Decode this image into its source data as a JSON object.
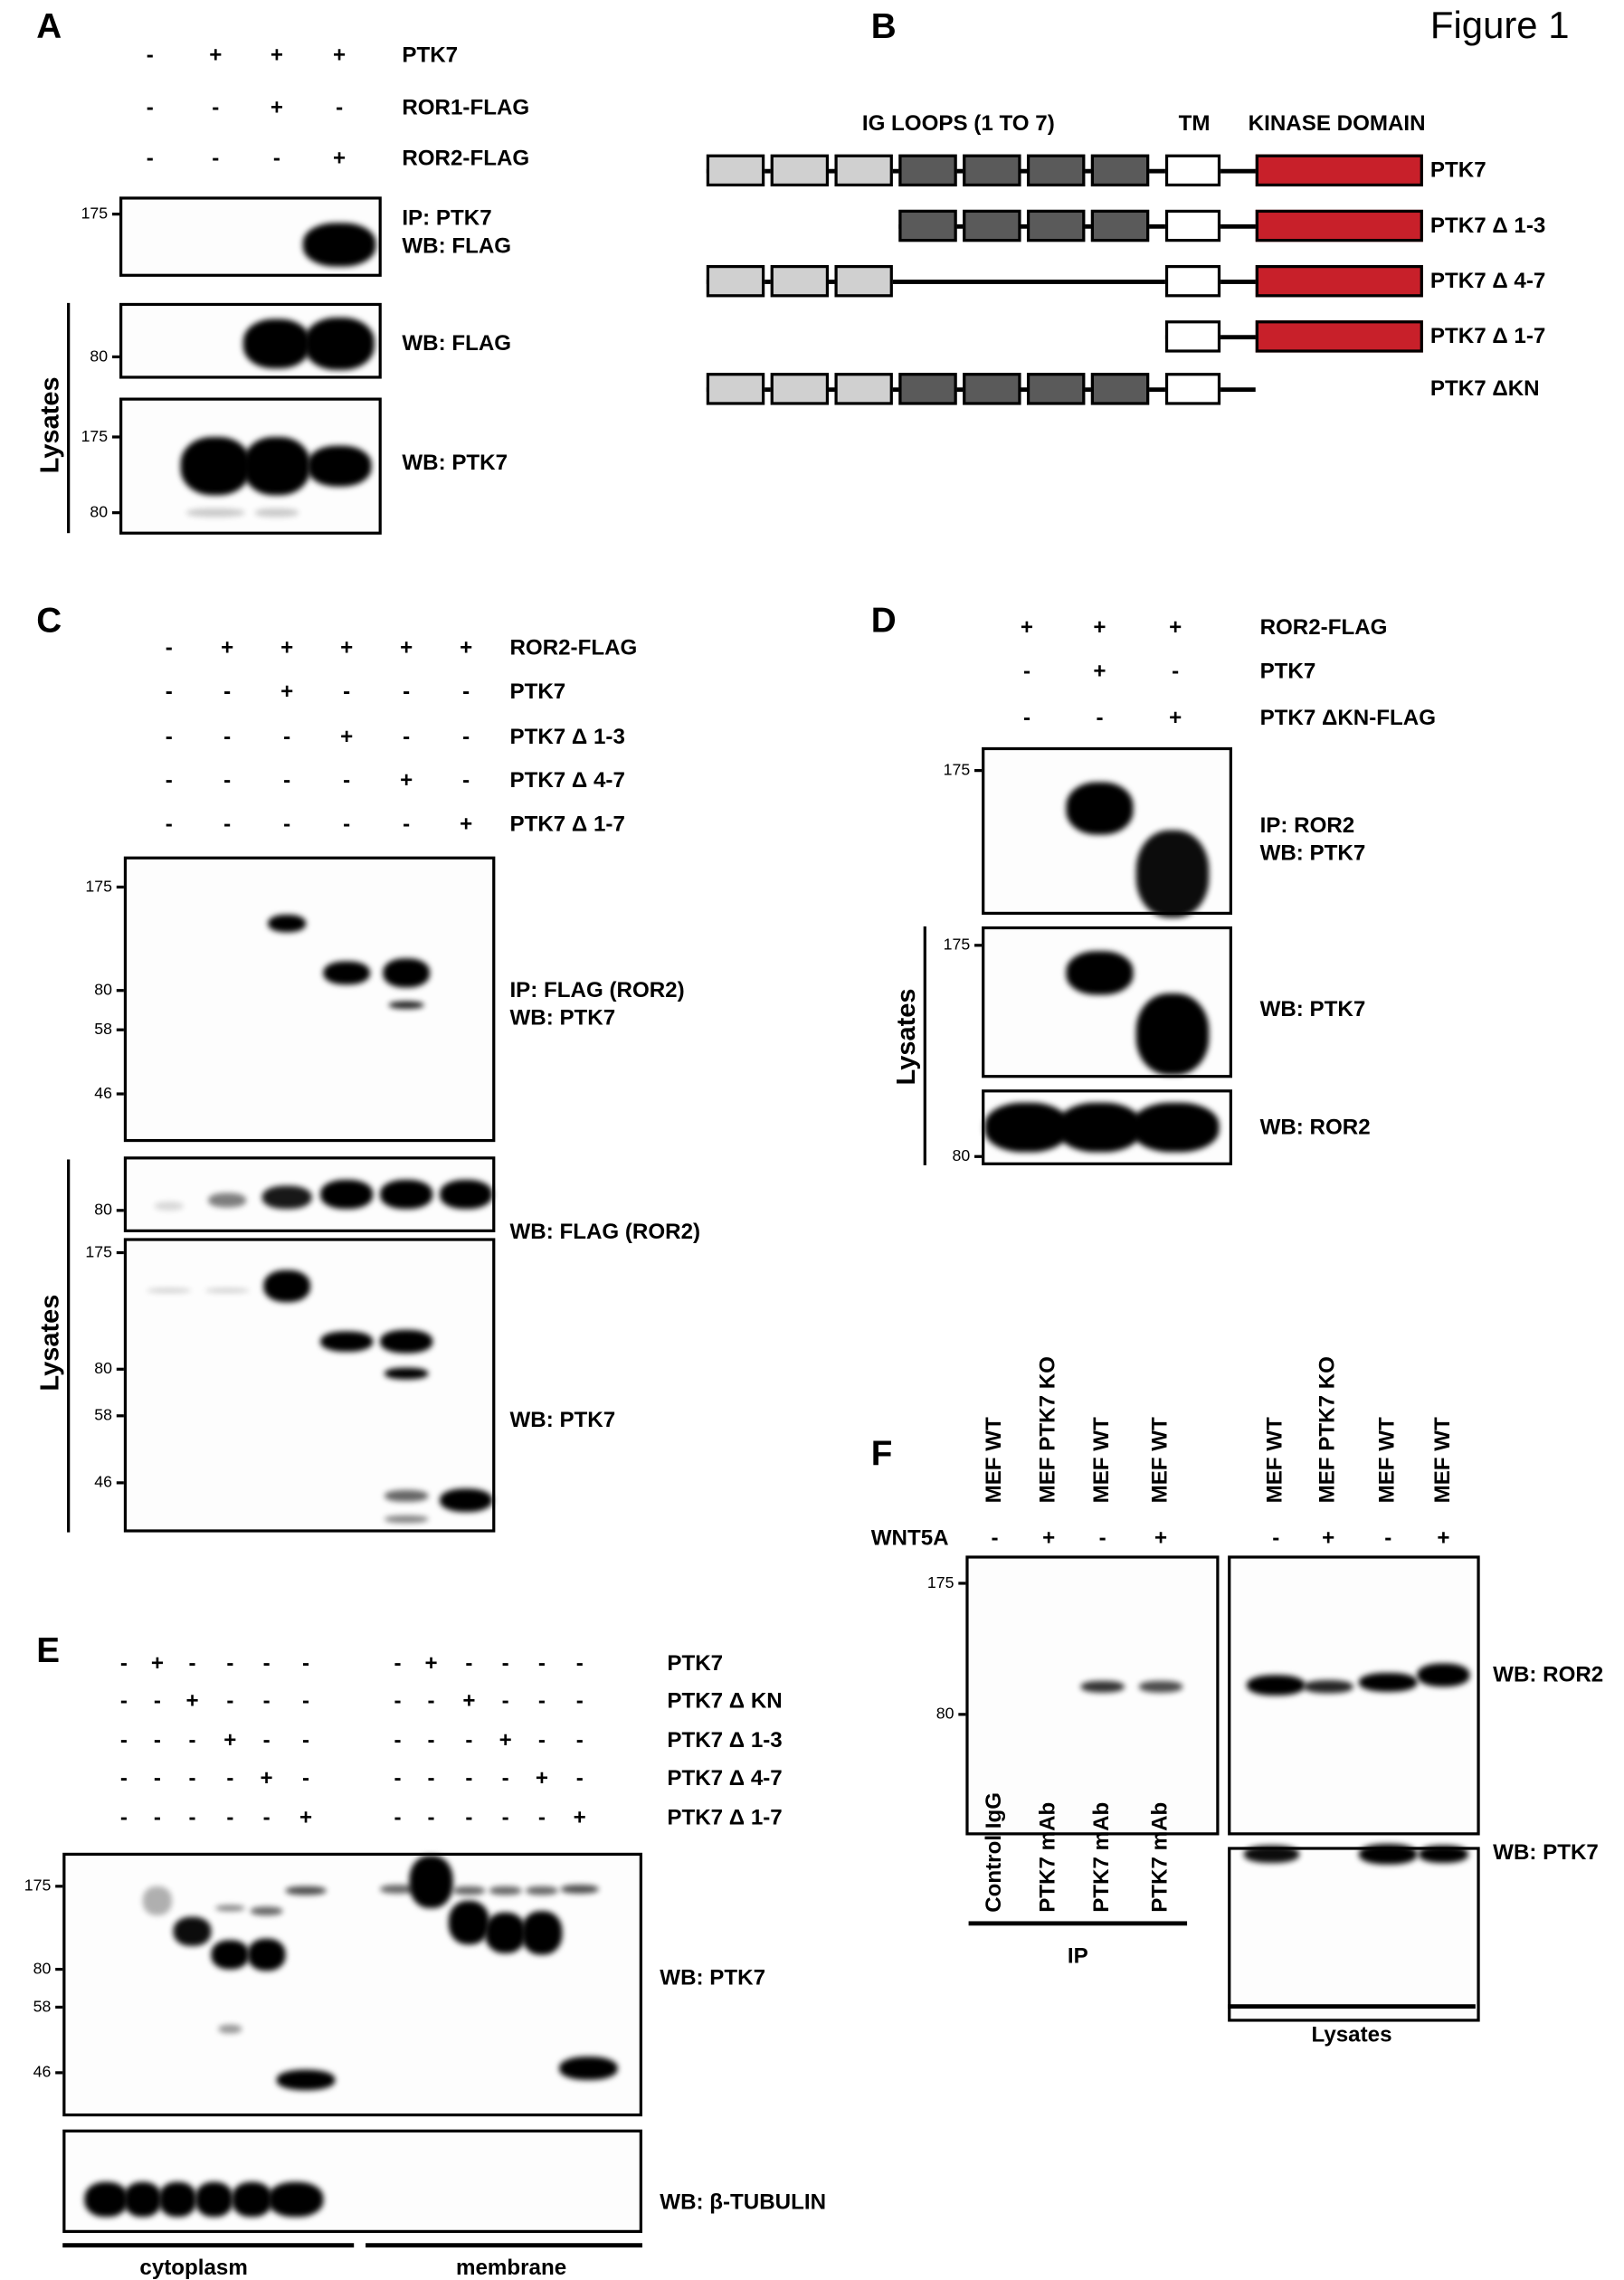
{
  "figure_title": "Figure 1",
  "panel_a": {
    "label": "A",
    "conditions": [
      {
        "name": "PTK7",
        "signs": [
          "-",
          "+",
          "+",
          "+"
        ]
      },
      {
        "name": "ROR1-FLAG",
        "signs": [
          "-",
          "-",
          "+",
          "-"
        ]
      },
      {
        "name": "ROR2-FLAG",
        "signs": [
          "-",
          "-",
          "-",
          "+"
        ]
      }
    ],
    "blots": [
      {
        "labels": [
          "IP: PTK7",
          "WB: FLAG"
        ],
        "markers": [
          "175"
        ]
      },
      {
        "labels": [
          "WB: FLAG"
        ],
        "markers": [
          "80"
        ]
      },
      {
        "labels": [
          "WB: PTK7"
        ],
        "markers": [
          "175",
          "80"
        ]
      }
    ],
    "group_label": "Lysates"
  },
  "panel_b": {
    "label": "B",
    "headers": {
      "ig_loops": "IG LOOPS (1 TO 7)",
      "tm": "TM",
      "kinase": "KINASE DOMAIN"
    },
    "constructs": [
      {
        "name": "PTK7",
        "loops": [
          1,
          2,
          3,
          4,
          5,
          6,
          7
        ],
        "kinase": true
      },
      {
        "name": "PTK7 Δ 1-3",
        "loops": [
          4,
          5,
          6,
          7
        ],
        "kinase": true
      },
      {
        "name": "PTK7 Δ 4-7",
        "loops": [
          1,
          2,
          3
        ],
        "kinase": true
      },
      {
        "name": "PTK7 Δ 1-7",
        "loops": [],
        "kinase": true
      },
      {
        "name": "PTK7 ΔKN",
        "loops": [
          1,
          2,
          3,
          4,
          5,
          6,
          7
        ],
        "kinase": false
      }
    ],
    "colors": {
      "loop_light": "#d0d0d0",
      "loop_dark": "#5a5a5a",
      "tm": "#ffffff",
      "kinase": "#c8202a"
    }
  },
  "panel_c": {
    "label": "C",
    "conditions": [
      {
        "name": "ROR2-FLAG",
        "signs": [
          "-",
          "+",
          "+",
          "+",
          "+",
          "+"
        ]
      },
      {
        "name": "PTK7",
        "signs": [
          "-",
          "-",
          "+",
          "-",
          "-",
          "-"
        ]
      },
      {
        "name": "PTK7 Δ 1-3",
        "signs": [
          "-",
          "-",
          "-",
          "+",
          "-",
          "-"
        ]
      },
      {
        "name": "PTK7 Δ 4-7",
        "signs": [
          "-",
          "-",
          "-",
          "-",
          "+",
          "-"
        ]
      },
      {
        "name": "PTK7 Δ 1-7",
        "signs": [
          "-",
          "-",
          "-",
          "-",
          "-",
          "+"
        ]
      }
    ],
    "blots": [
      {
        "labels": [
          "IP: FLAG (ROR2)",
          "WB: PTK7"
        ],
        "markers": [
          "175",
          "80",
          "58",
          "46"
        ]
      },
      {
        "labels": [
          "WB: FLAG (ROR2)"
        ],
        "markers": [
          "80"
        ]
      },
      {
        "labels": [
          "WB: PTK7"
        ],
        "markers": [
          "175",
          "80",
          "58",
          "46"
        ]
      }
    ],
    "group_label": "Lysates"
  },
  "panel_d": {
    "label": "D",
    "conditions": [
      {
        "name": "ROR2-FLAG",
        "signs": [
          "+",
          "+",
          "+"
        ]
      },
      {
        "name": "PTK7",
        "signs": [
          "-",
          "+",
          "-"
        ]
      },
      {
        "name": "PTK7 ΔKN-FLAG",
        "signs": [
          "-",
          "-",
          "+"
        ]
      }
    ],
    "blots": [
      {
        "labels": [
          "IP: ROR2",
          "WB: PTK7"
        ],
        "markers": [
          "175"
        ]
      },
      {
        "labels": [
          "WB: PTK7"
        ],
        "markers": [
          "175"
        ]
      },
      {
        "labels": [
          "WB: ROR2"
        ],
        "markers": [
          "80"
        ]
      }
    ],
    "group_label": "Lysates"
  },
  "panel_e": {
    "label": "E",
    "conditions": [
      {
        "name": "PTK7",
        "signs": [
          "-",
          "+",
          "-",
          "-",
          "-",
          "-",
          "-",
          "+",
          "-",
          "-",
          "-",
          "-"
        ]
      },
      {
        "name": "PTK7 Δ KN",
        "signs": [
          "-",
          "-",
          "+",
          "-",
          "-",
          "-",
          "-",
          "-",
          "+",
          "-",
          "-",
          "-"
        ]
      },
      {
        "name": "PTK7 Δ 1-3",
        "signs": [
          "-",
          "-",
          "-",
          "+",
          "-",
          "-",
          "-",
          "-",
          "-",
          "+",
          "-",
          "-"
        ]
      },
      {
        "name": "PTK7 Δ 4-7",
        "signs": [
          "-",
          "-",
          "-",
          "-",
          "+",
          "-",
          "-",
          "-",
          "-",
          "-",
          "+",
          "-"
        ]
      },
      {
        "name": "PTK7 Δ 1-7",
        "signs": [
          "-",
          "-",
          "-",
          "-",
          "-",
          "+",
          "-",
          "-",
          "-",
          "-",
          "-",
          "+"
        ]
      }
    ],
    "blots": [
      {
        "labels": [
          "WB: PTK7"
        ],
        "markers": [
          "175",
          "80",
          "58",
          "46"
        ]
      },
      {
        "labels": [
          "WB: β-TUBULIN"
        ],
        "markers": []
      }
    ],
    "groups": [
      "cytoplasm",
      "membrane"
    ]
  },
  "panel_f": {
    "label": "F",
    "samples": [
      "MEF WT",
      "MEF PTK7 KO",
      "MEF WT",
      "MEF WT",
      "MEF WT",
      "MEF PTK7 KO",
      "MEF WT",
      "MEF WT"
    ],
    "treatment": {
      "name": "WNT5A",
      "signs": [
        "-",
        "+",
        "-",
        "+",
        "-",
        "+",
        "-",
        "+"
      ]
    },
    "ip_antibodies": [
      "Control IgG",
      "PTK7 mAb",
      "PTK7 mAb",
      "PTK7 mAb"
    ],
    "ip_markers": [
      "175",
      "80"
    ],
    "blot_labels": [
      "WB: ROR2",
      "WB: PTK7"
    ],
    "groups": [
      "IP",
      "Lysates"
    ]
  }
}
